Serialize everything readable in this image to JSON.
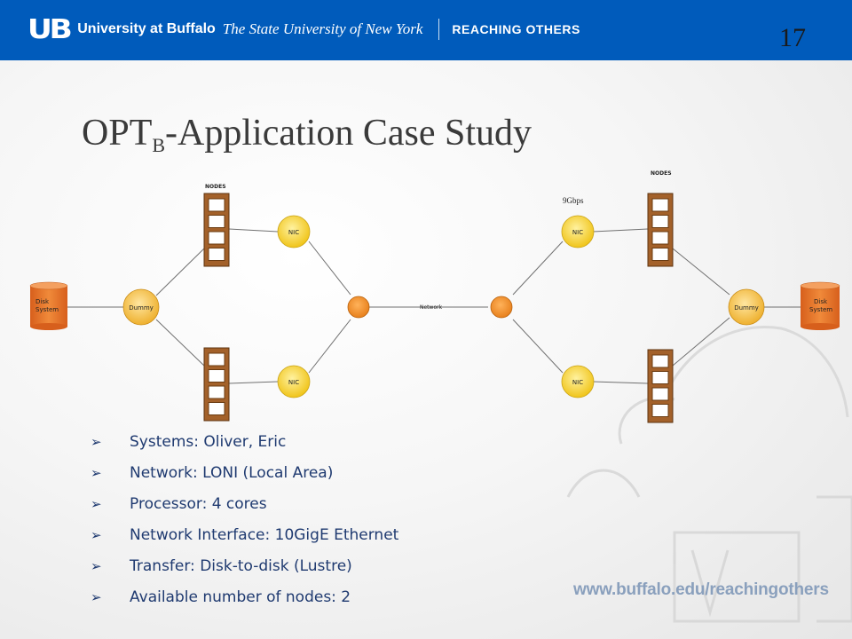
{
  "header": {
    "logo_text": "UB",
    "university": "University at Buffalo",
    "suny": "The State University of New York",
    "tagline": "REACHING OTHERS",
    "background": "#005bbb"
  },
  "slide_number": "17",
  "title": {
    "main": "OPT",
    "subscript": "B",
    "rest": "-Application Case Study"
  },
  "diagram": {
    "nodes_label": "NODES",
    "nic_label": "NIC",
    "dummy_label": "Dummy",
    "disk_label_line1": "Disk",
    "disk_label_line2": "System",
    "network_label": "Network",
    "bandwidth_label": "9Gbps",
    "colors": {
      "nic": "#f7d23a",
      "dummy": "#f5c23a",
      "router": "#f28a22",
      "disk": "#e8702a",
      "node": "#9a5a1e"
    }
  },
  "bullets": [
    "Systems: Oliver, Eric",
    "Network: LONI (Local Area)",
    "Processor: 4 cores",
    "Network Interface: 10GigE Ethernet",
    "Transfer: Disk-to-disk (Lustre)",
    "Available number of nodes: 2"
  ],
  "bullet_icon": "arrowhead-bullet-icon",
  "footer_url": "www.buffalo.edu/reachingothers"
}
